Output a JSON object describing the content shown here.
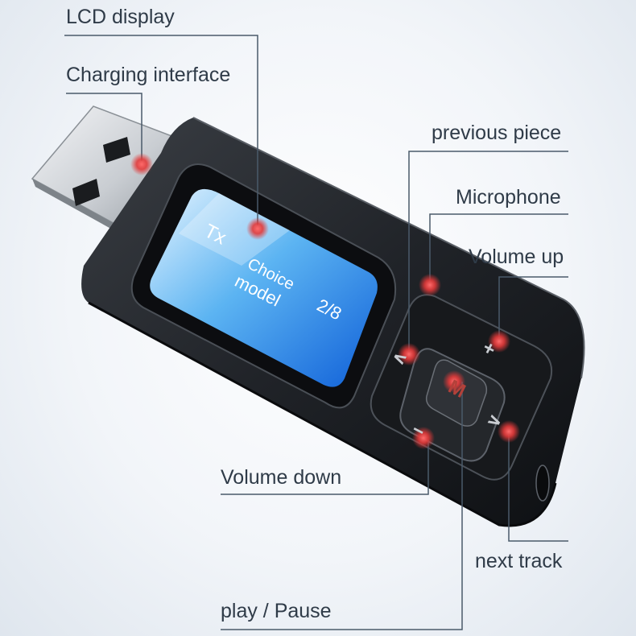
{
  "labels": {
    "lcd_display": "LCD display",
    "charging_interface": "Charging interface",
    "previous_piece": "previous piece",
    "microphone": "Microphone",
    "volume_up": "Volume up",
    "volume_down": "Volume down",
    "next_track": "next track",
    "play_pause": "play / Pause"
  },
  "screen": {
    "mode": "Tx",
    "line1": "Choice",
    "line2": "model",
    "page": "2/8"
  },
  "buttons": {
    "center": "M",
    "volume_up": "+",
    "volume_down": "−",
    "previous": "∧",
    "next": "∨"
  },
  "colors": {
    "body": "#1f2226",
    "leader_line": "#4a5a6a",
    "marker": "#e23a3a"
  }
}
